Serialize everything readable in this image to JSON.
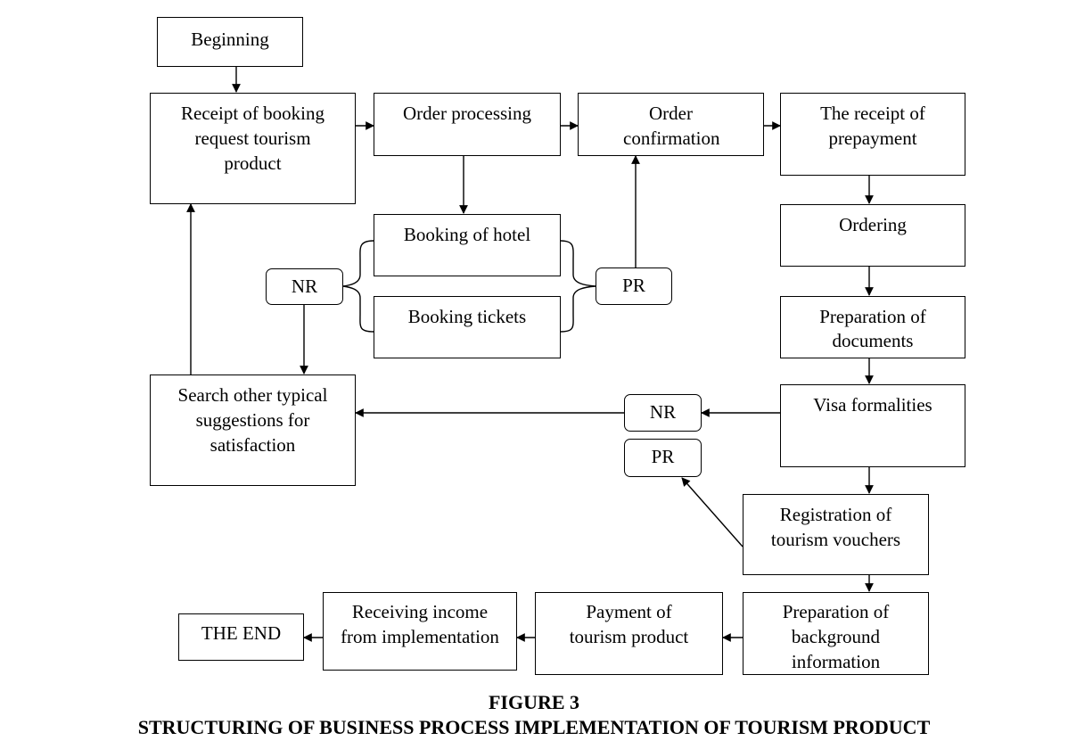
{
  "nodes": {
    "beginning": "Beginning",
    "receipt_booking": "Receipt of booking request tourism product",
    "order_processing": "Order processing",
    "order_confirmation": "Order confirmation",
    "receipt_prepayment": "The receipt of prepayment",
    "booking_hotel": "Booking of hotel",
    "booking_tickets": "Booking tickets",
    "nr_left": "NR",
    "pr_mid": "PR",
    "ordering": "Ordering",
    "preparation_documents": "Preparation of documents",
    "search_other": "Search other typical suggestions for satisfaction",
    "nr_right": "NR",
    "pr_right": "PR",
    "visa": "Visa formalities",
    "registration_vouchers": "Registration of tourism vouchers",
    "background_info": "Preparation of background information",
    "payment": "Payment of tourism product",
    "receiving_income": "Receiving income from implementation",
    "the_end": "THE END"
  },
  "caption": {
    "figure_label": "FIGURE 3",
    "title": "STRUCTURING OF BUSINESS PROCESS IMPLEMENTATION OF TOURISM PRODUCT"
  }
}
